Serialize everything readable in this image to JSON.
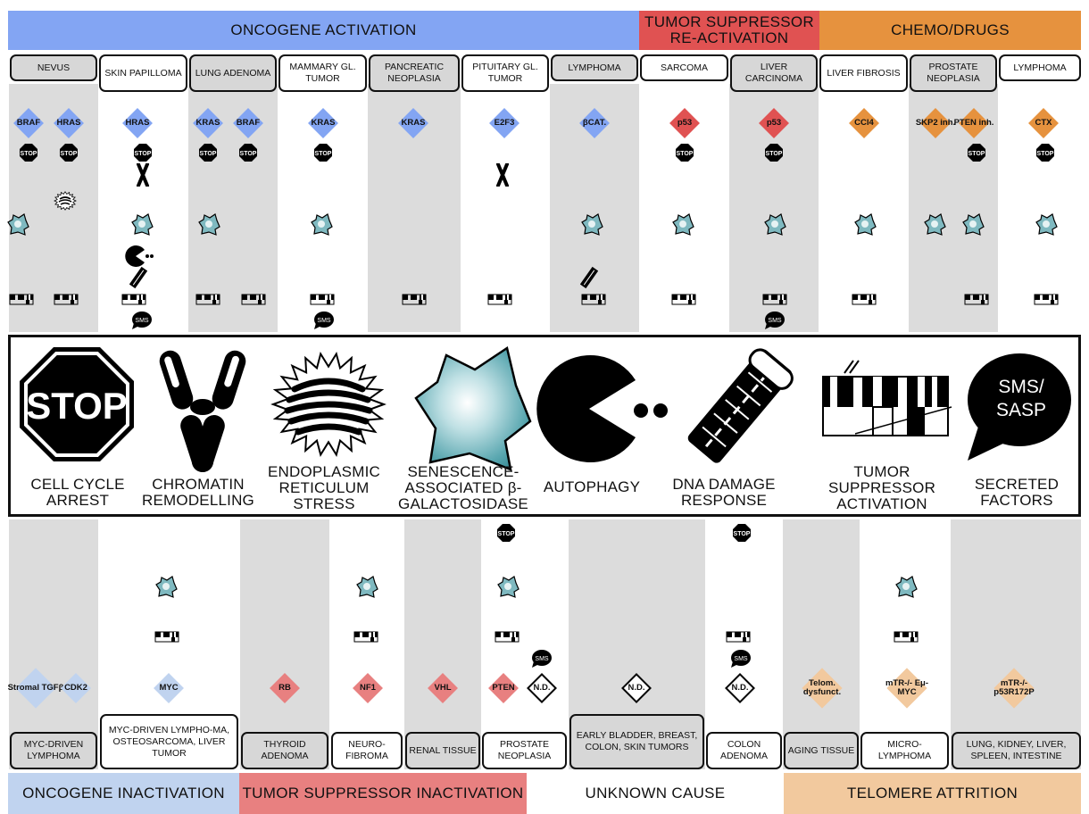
{
  "top_bands": [
    {
      "label": "ONCOGENE ACTIVATION",
      "color": "#83a5f3"
    },
    {
      "label": "TUMOR SUPPRESSOR RE-ACTIVATION",
      "color": "#e05252"
    },
    {
      "label": "CHEMO/DRUGS",
      "color": "#e6923e"
    }
  ],
  "top_labels": [
    "NEVUS",
    "SKIN PAPILLOMA",
    "LUNG ADENOMA",
    "MAMMARY GL. TUMOR",
    "PANCREATIC NEOPLASIA",
    "PITUITARY GL. TUMOR",
    "LYMPHOMA",
    "SARCOMA",
    "LIVER CARCINOMA",
    "LIVER FIBROSIS",
    "PROSTATE NEOPLASIA",
    "LYMPHOMA"
  ],
  "top_drivers": [
    "BRAF",
    "HRAS",
    "HRAS",
    "KRAS",
    "BRAF",
    "KRAS",
    "KRAS",
    "E2F3",
    "βCAT.",
    "p53",
    "p53",
    "CCl4",
    "SKP2 inh.",
    "PTEN inh.",
    "CTX"
  ],
  "bottom_drivers": [
    "Stromal TGFβ",
    "CDK2",
    "MYC",
    "RB",
    "NF1",
    "VHL",
    "PTEN",
    "N.D.",
    "N.D.",
    "N.D.",
    "Telom. dysfunct.",
    "mTR-/- Eμ-MYC",
    "mTR-/- p53R172P"
  ],
  "bottom_labels": [
    "MYC-DRIVEN LYMPHOMA",
    "MYC-DRIVEN LYMPHO-MA, OSTEOSARCOMA, LIVER TUMOR",
    "THYROID ADENOMA",
    "NEURO-FIBROMA",
    "RENAL TISSUE",
    "PROSTATE NEOPLASIA",
    "EARLY BLADDER, BREAST, COLON, SKIN TUMORS",
    "COLON ADENOMA",
    "AGING TISSUE",
    "MICRO-LYMPHOMA",
    "LUNG, KIDNEY, LIVER, SPLEEN, INTESTINE"
  ],
  "bottom_bands": [
    {
      "label": "ONCOGENE INACTIVATION",
      "color": "#c0d3ef"
    },
    {
      "label": "TUMOR SUPPRESSOR INACTIVATION",
      "color": "#e88080"
    },
    {
      "label": "UNKNOWN CAUSE",
      "color": "#ffffff"
    },
    {
      "label": "TELOMERE ATTRITION",
      "color": "#f2c99e"
    }
  ],
  "legend": {
    "stop_text": "STOP",
    "sms_text": "SMS/ SASP",
    "items": [
      "CELL CYCLE ARREST",
      "CHROMATIN REMODELLING",
      "ENDOPLASMIC RETICULUM STRESS",
      "SENESCENCE-ASSOCIATED β-GALACTOSIDASE",
      "AUTOPHAGY",
      "DNA DAMAGE RESPONSE",
      "TUMOR SUPPRESSOR ACTIVATION",
      "SECRETED FACTORS"
    ]
  },
  "mini_stop": "STOP",
  "mini_sms": "SMS"
}
